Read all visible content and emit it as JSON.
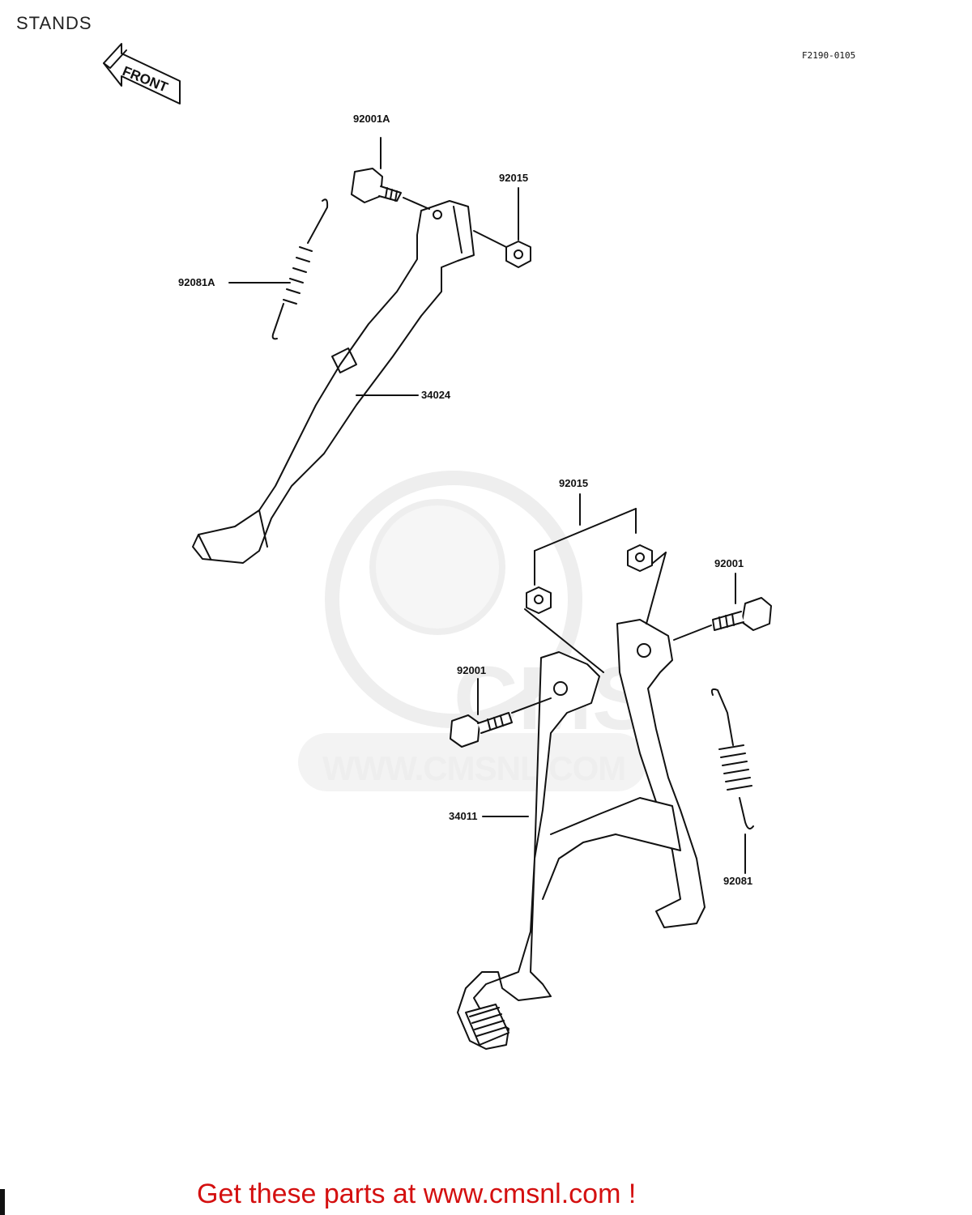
{
  "page": {
    "title": "STANDS",
    "drawing_code": "F2190-0105",
    "footer": "Get these parts at www.cmsnl.com !"
  },
  "front_arrow": {
    "label": "FRONT"
  },
  "watermark": {
    "text": "WWW.CMSNL.COM",
    "logo": "CMS"
  },
  "parts": {
    "p92001A": "92001A",
    "p92015_top": "92015",
    "p92081A": "92081A",
    "p34024": "34024",
    "p92015_group": "92015",
    "p92001_right": "92001",
    "p92001_left": "92001",
    "p34011": "34011",
    "p92081": "92081"
  }
}
